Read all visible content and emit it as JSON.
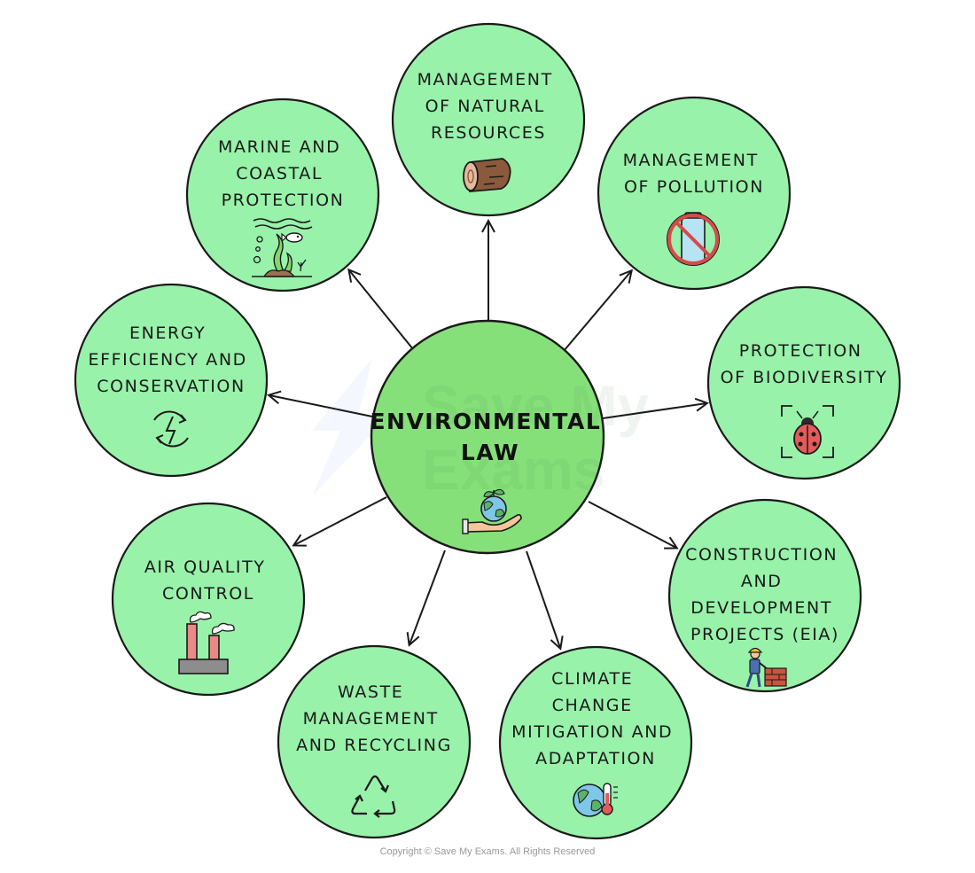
{
  "center": {
    "lines": [
      "ENVIRONMENTAL",
      "LAW"
    ],
    "icon": "hands-holding-globe-icon"
  },
  "nodes": [
    {
      "id": "natural-resources",
      "lines": [
        "MANAGEMENT",
        "OF NATURAL",
        "RESOURCES"
      ],
      "icon": "log-icon"
    },
    {
      "id": "pollution",
      "lines": [
        "MANAGEMENT",
        "OF POLLUTION"
      ],
      "icon": "no-plastic-bottle-icon"
    },
    {
      "id": "biodiversity",
      "lines": [
        "PROTECTION",
        "OF BIODIVERSITY"
      ],
      "icon": "ladybug-icon"
    },
    {
      "id": "construction",
      "lines": [
        "CONSTRUCTION",
        "AND",
        "DEVELOPMENT",
        "PROJECTS (EIA)"
      ],
      "icon": "builder-icon"
    },
    {
      "id": "climate",
      "lines": [
        "CLIMATE",
        "CHANGE",
        "MITIGATION AND",
        "ADAPTATION"
      ],
      "icon": "globe-thermometer-icon"
    },
    {
      "id": "waste",
      "lines": [
        "WASTE",
        "MANAGEMENT",
        "AND RECYCLING"
      ],
      "icon": "recycle-icon"
    },
    {
      "id": "air",
      "lines": [
        "AIR QUALITY",
        "CONTROL"
      ],
      "icon": "factory-icon"
    },
    {
      "id": "energy",
      "lines": [
        "ENERGY",
        "EFFICIENCY AND",
        "CONSERVATION"
      ],
      "icon": "renewable-energy-icon"
    },
    {
      "id": "marine",
      "lines": [
        "MARINE AND",
        "COASTAL",
        "PROTECTION"
      ],
      "icon": "seaweed-fish-icon"
    }
  ],
  "watermark": [
    "Save My",
    "Exams"
  ],
  "copyright": "Copyright © Save My Exams. All Rights Reserved",
  "colors": {
    "node_fill": "#98f2aa",
    "center_fill": "#86e07a",
    "outline": "#1a1a1a"
  }
}
